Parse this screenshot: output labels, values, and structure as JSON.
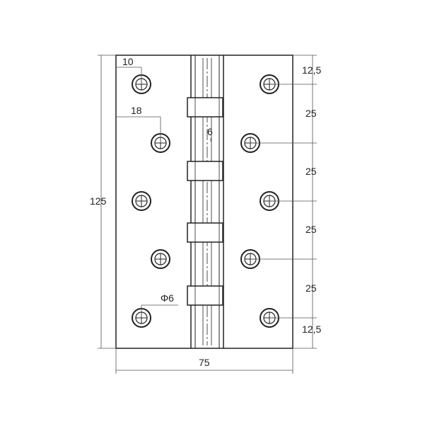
{
  "colors": {
    "line": "#222222",
    "dim_line": "#555555",
    "background": "#ffffff"
  },
  "dimensions": {
    "overall_height": "125",
    "overall_width": "75",
    "hole_offset_top_left": "10",
    "hole_offset_second_left": "18",
    "pin_diameter": "6",
    "hole_diameter": "Φ6",
    "right_spacing": [
      "12,5",
      "25",
      "25",
      "25",
      "25",
      "12,5"
    ]
  }
}
